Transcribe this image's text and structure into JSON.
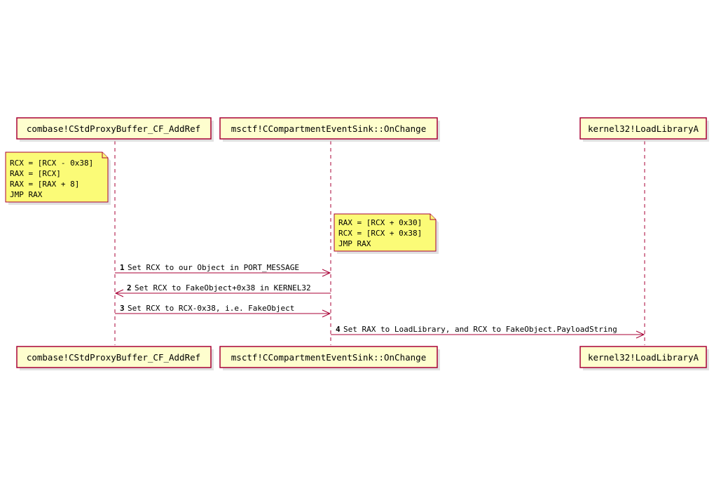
{
  "participants": [
    {
      "id": "p1",
      "label": "combase!CStdProxyBuffer_CF_AddRef"
    },
    {
      "id": "p2",
      "label": "msctf!CCompartmentEventSink::OnChange"
    },
    {
      "id": "p3",
      "label": "kernel32!LoadLibraryA"
    }
  ],
  "notes": [
    {
      "id": "n1",
      "lines": [
        "RCX = [RCX - 0x38]",
        "RAX = [RCX]",
        "RAX = [RAX + 8]",
        "JMP RAX"
      ]
    },
    {
      "id": "n2",
      "lines": [
        "RAX = [RCX + 0x30]",
        "RCX = [RCX + 0x38]",
        "JMP RAX"
      ]
    }
  ],
  "messages": [
    {
      "number": "1",
      "text": "Set RCX to our Object in PORT_MESSAGE",
      "from": "p1",
      "to": "p2"
    },
    {
      "number": "2",
      "text": "Set RCX to FakeObject+0x38 in KERNEL32",
      "from": "p2",
      "to": "p1"
    },
    {
      "number": "3",
      "text": "Set RCX to RCX-0x38, i.e. FakeObject",
      "from": "p1",
      "to": "p2"
    },
    {
      "number": "4",
      "text": "Set RAX to LoadLibrary, and RCX to FakeObject.PayloadString",
      "from": "p2",
      "to": "p3"
    }
  ],
  "colors": {
    "participant_fill": "#fefece",
    "border": "#a80036",
    "note_fill": "#fbfb77"
  }
}
